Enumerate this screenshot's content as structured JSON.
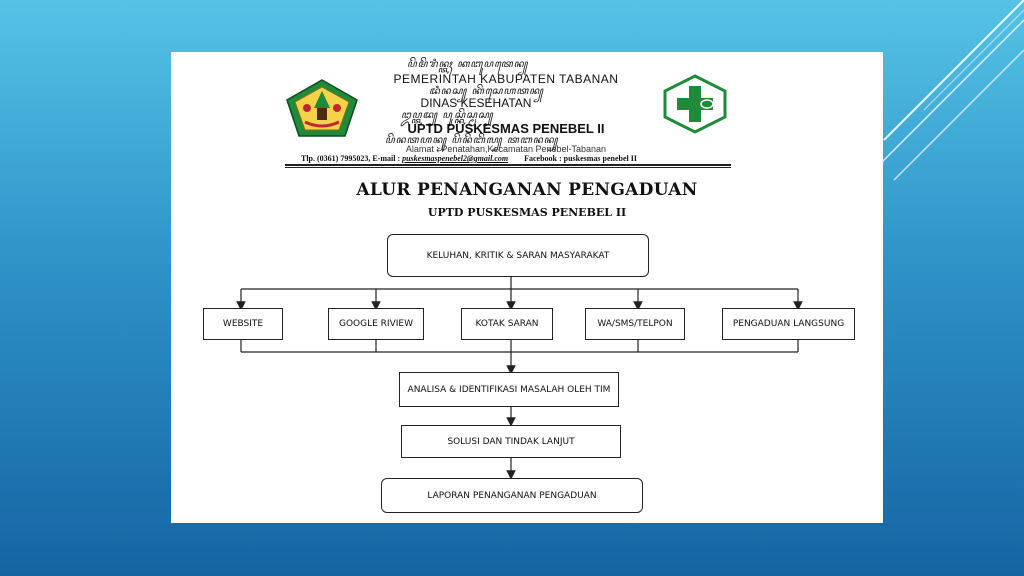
{
  "header": {
    "script_line_1": "ꦥꦼꦩꦼꦫꦶꦤ꧀ꦠꦃ ꦏꦧꦸꦥꦠꦺꦤ꧀",
    "government": "PEMERINTAH KABUPATEN TABANAN",
    "script_line_2": "ꦢꦶꦤꦱ꧀ ꦏꦼꦱꦺꦲꦠꦤ꧀",
    "department": "DINAS KESEHATAN",
    "script_line_3": "ꦈꦥ꧀ꦠꦢ꧀ ꦥꦸꦱ꧀ꦏꦼꦱ꧀ꦩꦱ꧀",
    "unit": "UPTD PUSKESMAS PENEBEL II",
    "script_line_4": "ꦥꦼꦤꦠꦲꦤ꧀ ꦥꦼꦤꦼꦧꦼꦭ꧀ ꦠꦧꦤꦤ꧀",
    "address": "Alamat : Penatahan,Kecamatan Penebel-Tabanan",
    "contact_phone": "Tlp. (0361) 7995023, E-mail : ",
    "contact_email": "puskesmaspenebel2@gmail.com",
    "contact_facebook": "Facebook : puskesmas penebel II"
  },
  "title": "ALUR PENANGANAN PENGADUAN",
  "subtitle": "UPTD PUSKESMAS PENEBEL II",
  "flow": {
    "top": "KELUHAN, KRITIK & SARAN MASYARAKAT",
    "channels": [
      "WEBSITE",
      "GOOGLE RIVIEW",
      "KOTAK SARAN",
      "WA/SMS/TELPON",
      "PENGADUAN LANGSUNG"
    ],
    "analysis": "ANALISA & IDENTIFIKASI MASALAH OLEH TIM",
    "solution": "SOLUSI DAN TINDAK LANJUT",
    "report": "LAPORAN PENANGANAN PENGADUAN"
  },
  "colors": {
    "background_top": "#55c3e6",
    "background_bottom": "#1565a3",
    "logo_green": "#1f8a3a",
    "logo_gold": "#e0b21a",
    "logo_red": "#c0282d"
  },
  "icons": {
    "left_logo": "tabanan-regency-emblem-icon",
    "right_logo": "health-cross-icon"
  }
}
